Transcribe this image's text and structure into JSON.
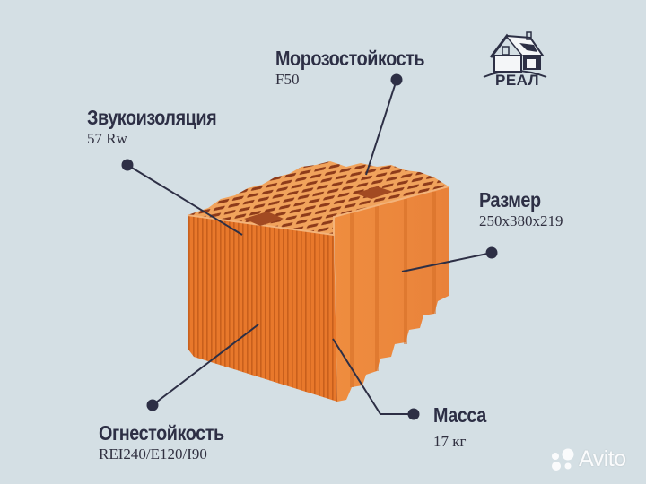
{
  "logo": {
    "brand": "РЕАЛ",
    "icon": "house-icon"
  },
  "watermark": {
    "text": "Avito",
    "icon": "avito-dots-icon"
  },
  "product": {
    "name": "brick-block",
    "icon": "ceramic-block-image"
  },
  "callouts": [
    {
      "id": "frost",
      "title": "Морозостойкость",
      "value": "F50"
    },
    {
      "id": "sound",
      "title": "Звукоизоляция",
      "value": "57 Rw"
    },
    {
      "id": "size",
      "title": "Размер",
      "value": "250x380x219"
    },
    {
      "id": "fire",
      "title": "Огнестойкость",
      "value": "REI240/E120/I90"
    },
    {
      "id": "mass",
      "title": "Масса",
      "value": "17 кг"
    }
  ],
  "colors": {
    "background": "#d4dfe4",
    "text": "#2d2f45",
    "brick_front": "#e57a2c",
    "brick_side": "#ee8a3a",
    "brick_top": "#f0a058",
    "hole": "#8a3a1a",
    "line": "#2d2f45"
  }
}
